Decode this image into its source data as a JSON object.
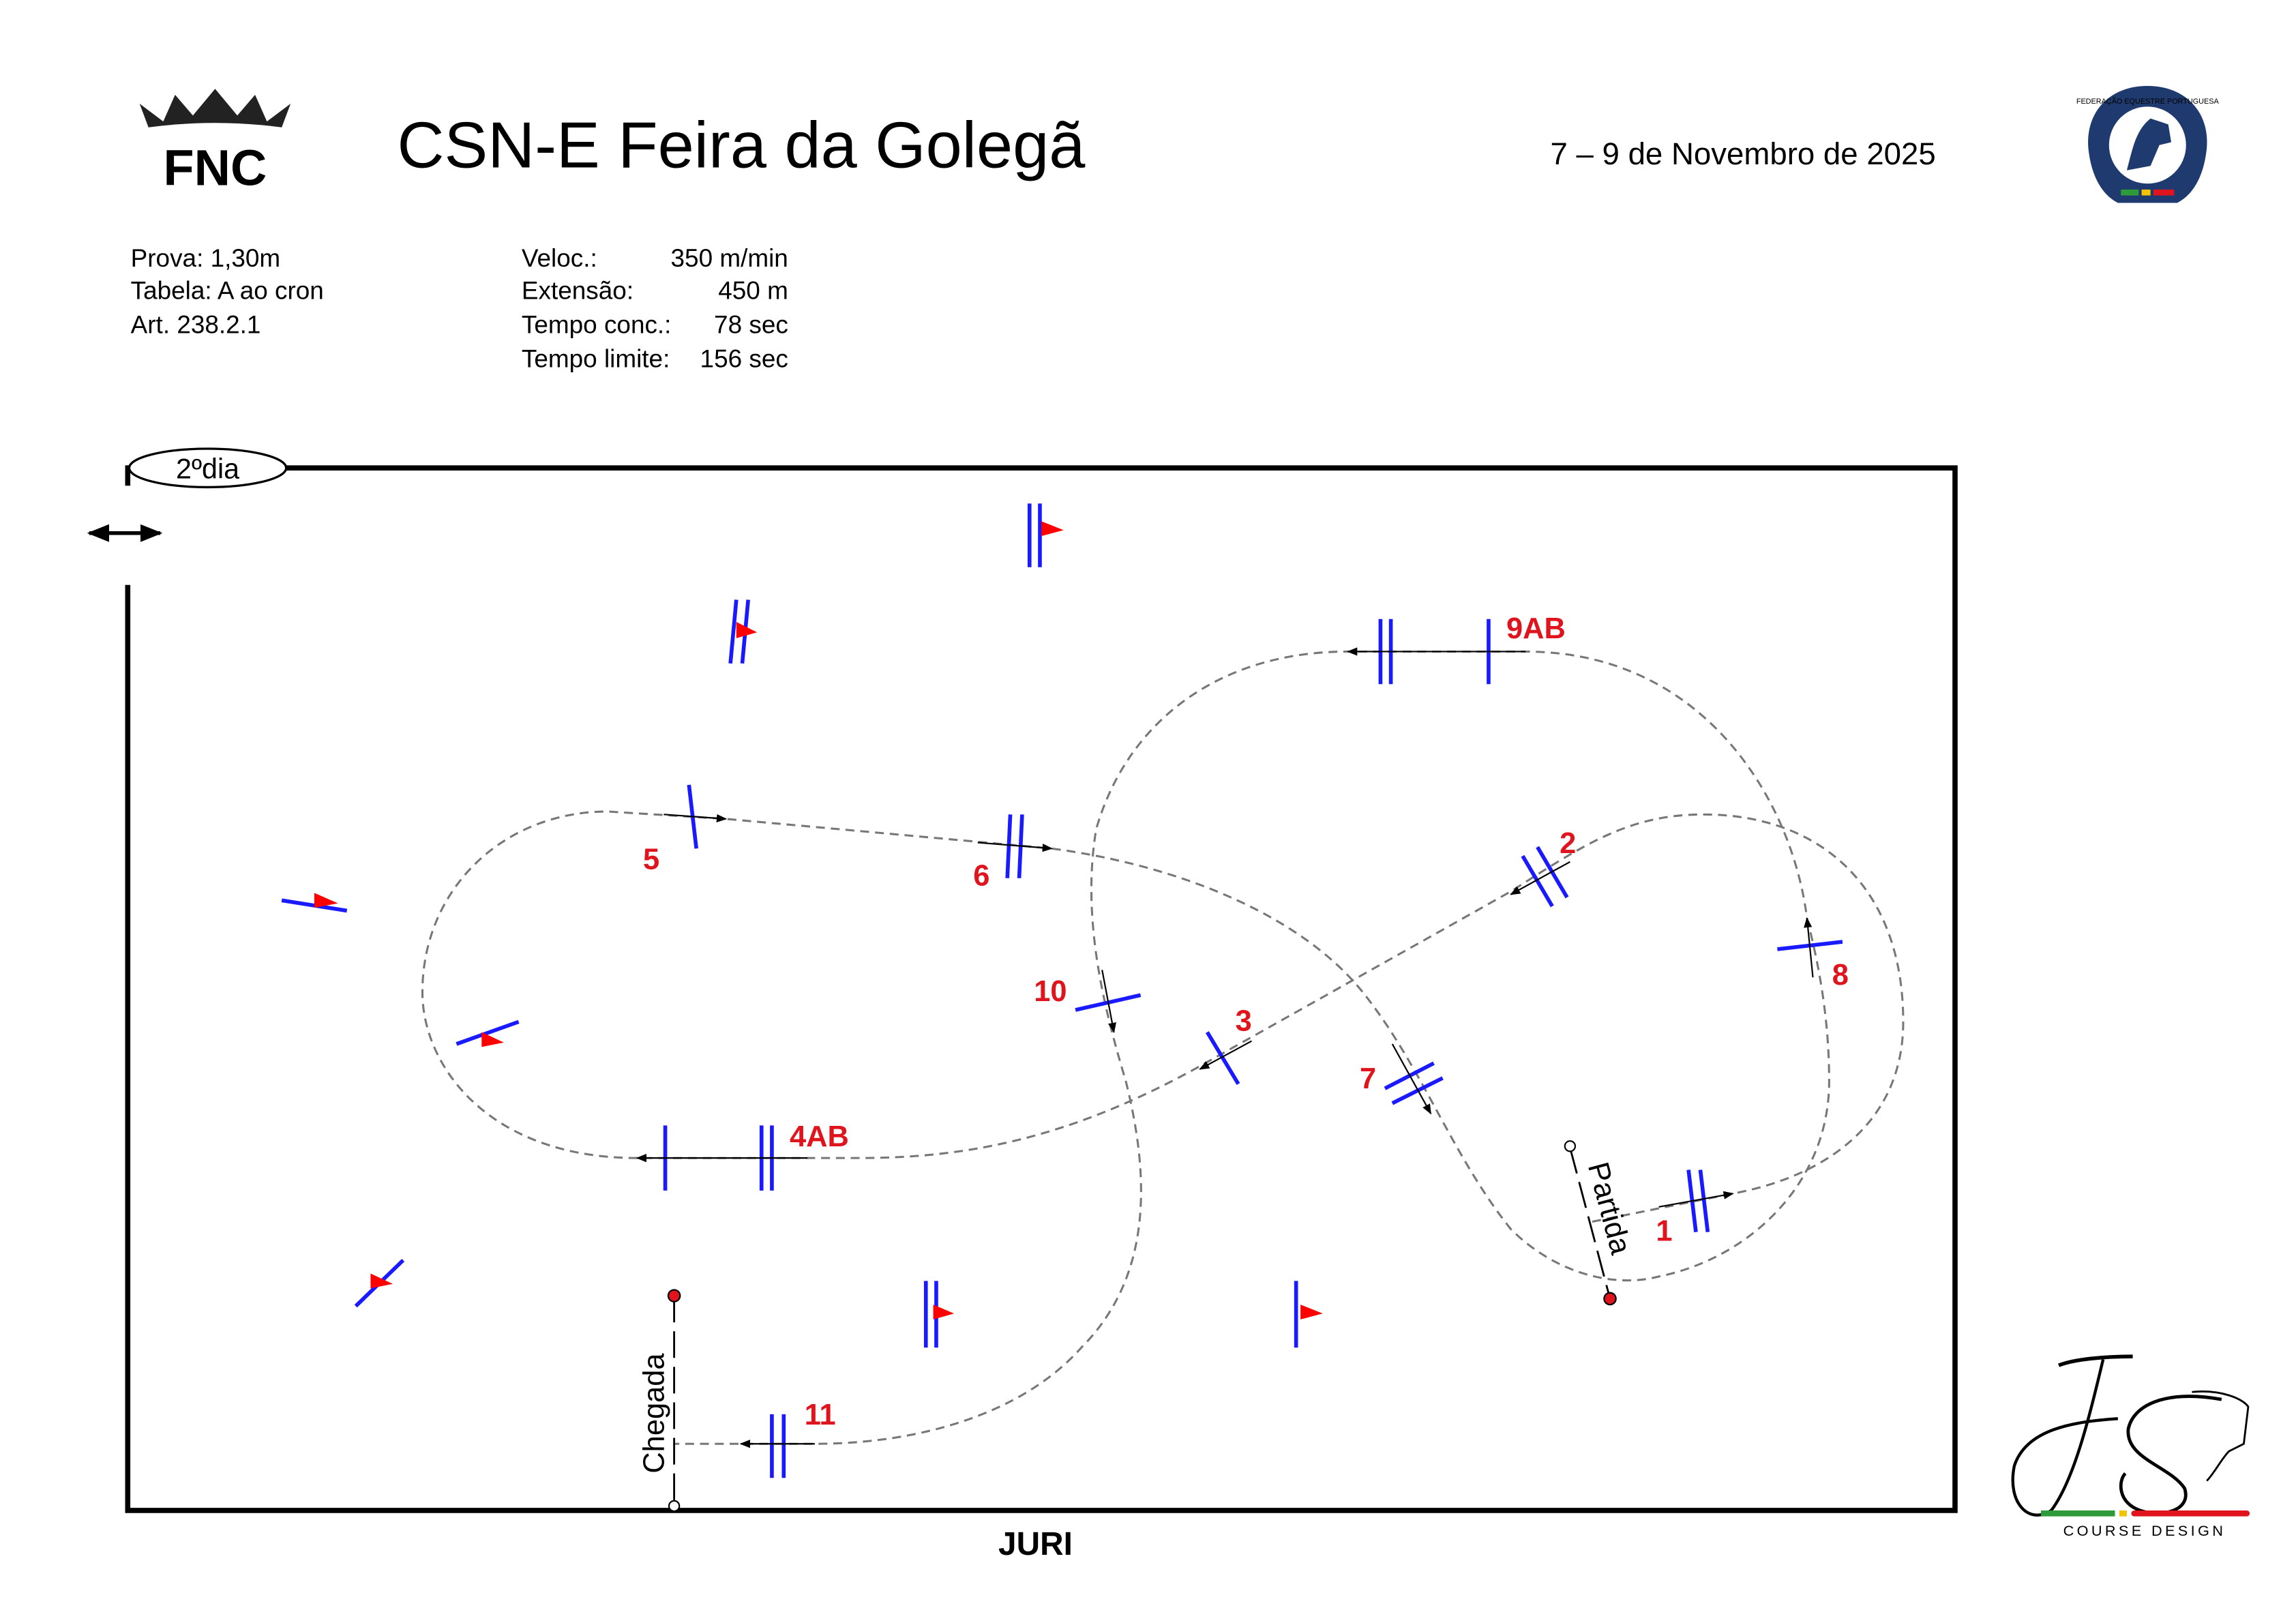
{
  "header": {
    "title": "CSN-E Feira da Golegã",
    "date": "7 – 9 de Novembro de 2025",
    "left_logo_text": "FNC",
    "right_logo_text": "FEDERAÇÃO EQUESTRE PORTUGUESA"
  },
  "info_left": {
    "prova": "Prova: 1,30m",
    "tabela": "Tabela: A ao cron",
    "art": "Art. 238.2.1"
  },
  "info_right": [
    {
      "label": "Veloc.:",
      "value": "350 m/min"
    },
    {
      "label": "Extensão:",
      "value": "450 m"
    },
    {
      "label": "Tempo conc.:",
      "value": "78 sec"
    },
    {
      "label": "Tempo limite:",
      "value": "156 sec"
    }
  ],
  "arena": {
    "day_label": "2ºdia",
    "jury_label": "JURI",
    "start_label": "Partida",
    "finish_label": "Chegada"
  },
  "jumps": [
    "1",
    "2",
    "3",
    "4AB",
    "5",
    "6",
    "7",
    "8",
    "9AB",
    "10",
    "11"
  ],
  "designer_logo": {
    "text": "COURSE DESIGN",
    "monogram": "JS"
  },
  "colors": {
    "rail": "#1a1aff",
    "number": "#e0141c",
    "route": "#777777",
    "flag": "#ff0000"
  }
}
